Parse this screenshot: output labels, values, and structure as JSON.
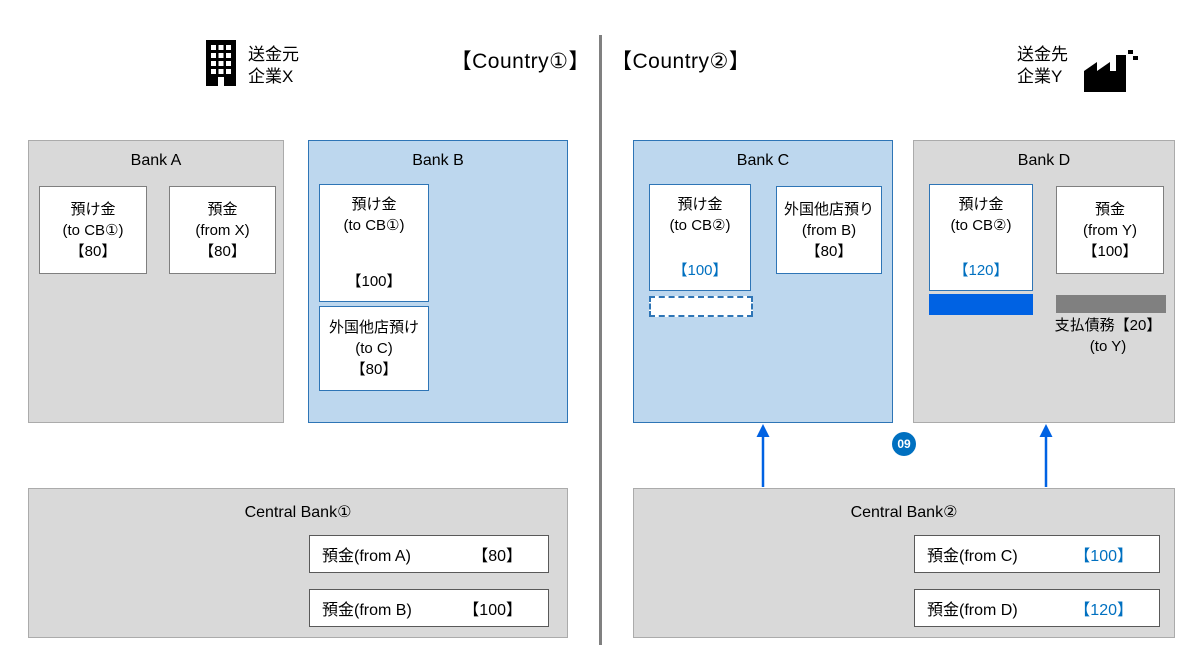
{
  "colors": {
    "bank_fill_gray": "#D9D9D9",
    "bank_fill_blue": "#BDD7EE",
    "box_border_blue": "#2E75B6",
    "accent_text_blue": "#0070C0",
    "bar_blue": "#0062E3",
    "bar_gray": "#808080",
    "divider_gray": "#808080"
  },
  "header": {
    "sender_icon": "building-icon",
    "sender_label": "送金元\n企業X",
    "country1": "【Country①】",
    "country2": "【Country②】",
    "receiver_label": "送金先\n企業Y",
    "receiver_icon": "factory-icon"
  },
  "bank_a": {
    "title": "Bank A",
    "box1": {
      "label": "預け金\n(to CB①)",
      "value": "【80】"
    },
    "box2": {
      "label": "預金\n(from X)",
      "value": "【80】"
    }
  },
  "bank_b": {
    "title": "Bank B",
    "box1": {
      "label": "預け金\n(to CB①)",
      "value": "【100】"
    },
    "box2": {
      "label": "外国他店預け\n(to C)",
      "value": "【80】"
    }
  },
  "bank_c": {
    "title": "Bank C",
    "box1": {
      "label": "預け金\n(to CB②)",
      "value": "【100】"
    },
    "box2": {
      "label": "外国他店預り\n(from B)",
      "value": "【80】"
    }
  },
  "bank_d": {
    "title": "Bank D",
    "box1": {
      "label": "預け金\n(to CB②)",
      "value": "【120】"
    },
    "box2": {
      "label": "預金\n(from Y)",
      "value": "【100】"
    },
    "liability": "支払債務【20】\n(to Y)"
  },
  "central_bank_1": {
    "title": "Central Bank①",
    "rows": [
      {
        "label": "預金(from A)",
        "value": "【80】"
      },
      {
        "label": "預金(from B)",
        "value": "【100】"
      }
    ]
  },
  "central_bank_2": {
    "title": "Central Bank②",
    "rows": [
      {
        "label": "預金(from C)",
        "value": "【100】"
      },
      {
        "label": "預金(from D)",
        "value": "【120】"
      }
    ]
  },
  "badge": "09"
}
